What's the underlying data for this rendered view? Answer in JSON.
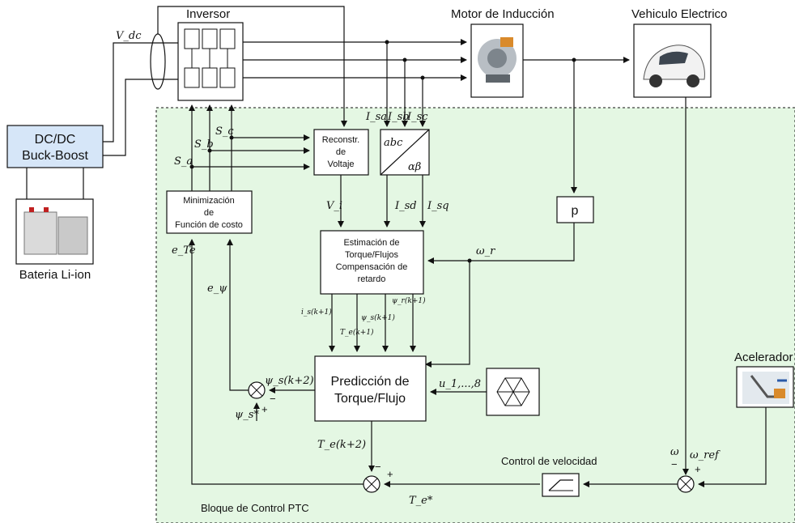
{
  "top": {
    "inverter": "Inversor",
    "motor": "Motor de Inducción",
    "vehicle": "Vehiculo Electrico",
    "vdc": "V_dc"
  },
  "left": {
    "dcdc_line1": "DC/DC",
    "dcdc_line2": "Buck-Boost",
    "battery": "Bateria Li-ion"
  },
  "blocks": {
    "reconstr": [
      "Reconstr.",
      "de",
      "Voltaje"
    ],
    "abc": "abc",
    "alphabeta": "αβ",
    "minim": [
      "Minimización",
      "de",
      "Función de costo"
    ],
    "p": "p",
    "estimacion": [
      "Estimación de",
      "Torque/Flujos",
      "Compensación de",
      "retardo"
    ],
    "prediccion": [
      "Predicción de",
      "Torque/Flujo"
    ],
    "control_vel": "Control de velocidad",
    "acelerador": "Acelerador",
    "bloque": "Bloque de Control PTC"
  },
  "signals": {
    "sa": "S_a",
    "sb": "S_b",
    "sc": "S_c",
    "isa": "I_sa",
    "isb": "I_sb",
    "isc": "I_sc",
    "vi": "V_i",
    "isd": "I_sd",
    "isq": "I_sq",
    "omega_r": "ω_r",
    "e_te": "e_Te",
    "e_psi": "e_ψ",
    "is_k1": "i_s(k+1)",
    "te_k1": "T_e(k+1)",
    "psis_k1": "ψ_s(k+1)",
    "psir_k1": "ψ_r(k+1)",
    "psis_k2": "ψ_s(k+2)",
    "psis_star": "ψ_s*",
    "u18": "u_1,...,8",
    "te_k2": "T_e(k+2)",
    "te_star": "T_e*",
    "omega": "ω",
    "omega_ref": "ω_ref",
    "minus": "−",
    "plus": "+"
  },
  "colors": {
    "ptc_region": "#e4f7e3",
    "dcdc_fill": "#d6e6f8",
    "line": "#111111"
  }
}
